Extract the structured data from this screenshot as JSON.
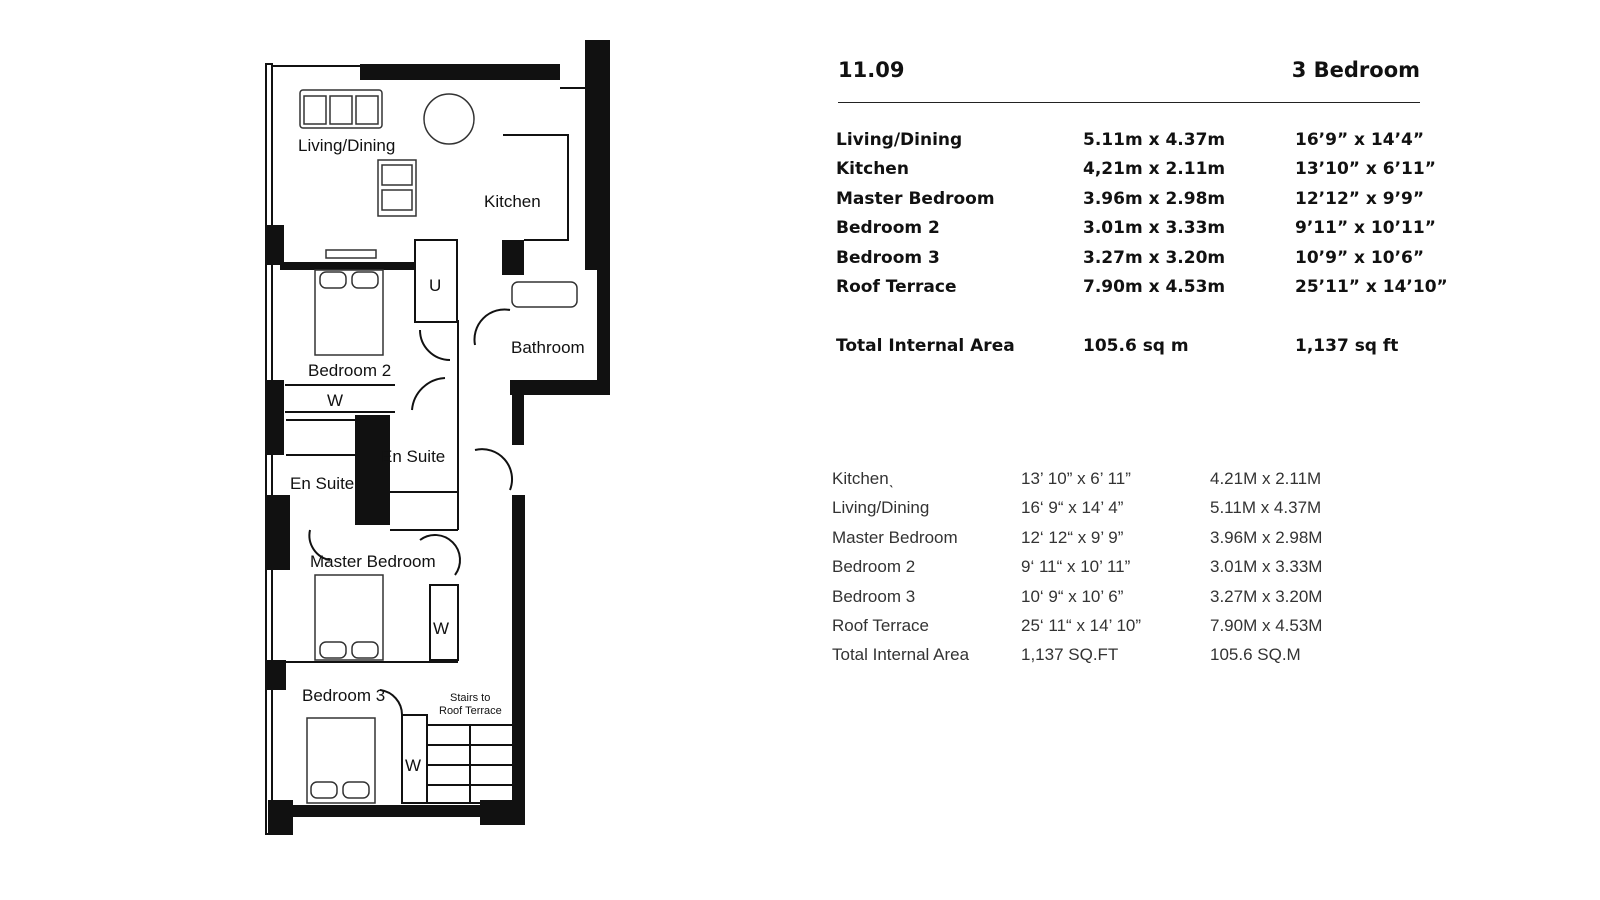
{
  "header": {
    "unit": "11.09",
    "type": "3 Bedroom"
  },
  "schedule": [
    {
      "room": "Living/Dining",
      "metric": "5.11m x 4.37m",
      "imperial": "16’9” x 14’4”"
    },
    {
      "room": "Kitchen",
      "metric": "4,21m x 2.11m",
      "imperial": "13’10” x 6’11”"
    },
    {
      "room": "Master Bedroom",
      "metric": "3.96m x 2.98m",
      "imperial": "12’12” x 9’9”"
    },
    {
      "room": "Bedroom 2",
      "metric": "3.01m x 3.33m",
      "imperial": "9’11” x 10’11”"
    },
    {
      "room": "Bedroom 3",
      "metric": "3.27m x 3.20m",
      "imperial": "10’9” x 10’6”"
    },
    {
      "room": "Roof Terrace",
      "metric": "7.90m x 4.53m",
      "imperial": "25’11” x 14’10”"
    }
  ],
  "total": {
    "label": "Total Internal Area",
    "metric": "105.6 sq m",
    "imperial": "1,137 sq ft"
  },
  "schedule2": [
    {
      "room": "Kitchenˎ",
      "imperial": "13’ 10” x 6’ 11”",
      "metric": "4.21M x 2.11M"
    },
    {
      "room": "Living/Dining",
      "imperial": "16‘ 9“ x 14’ 4”",
      "metric": "5.11M x 4.37M"
    },
    {
      "room": "Master Bedroom",
      "imperial": "12‘ 12“ x 9’ 9”",
      "metric": "3.96M x 2.98M"
    },
    {
      "room": "Bedroom 2",
      "imperial": "9‘ 11“ x 10’ 11”",
      "metric": "3.01M x 3.33M"
    },
    {
      "room": "Bedroom 3",
      "imperial": "10‘ 9“ x 10’ 6”",
      "metric": "3.27M x 3.20M"
    },
    {
      "room": "Roof Terrace",
      "imperial": "25‘ 11“ x 14’ 10”",
      "metric": "7.90M x 4.53M"
    },
    {
      "room": "Total Internal Area",
      "imperial": "1,137 SQ.FT",
      "metric": "105.6 SQ.M"
    }
  ],
  "plan": {
    "living": "Living/Dining",
    "kitchen": "Kitchen",
    "utility": "U",
    "bathroom": "Bathroom",
    "bed2": "Bedroom 2",
    "wardrobe": "W",
    "ensuite1": "En Suite",
    "ensuite2": "En Suite",
    "master": "Master Bedroom",
    "bed3": "Bedroom 3",
    "stairs1": "Stairs to",
    "stairs2": "Roof Terrace"
  }
}
